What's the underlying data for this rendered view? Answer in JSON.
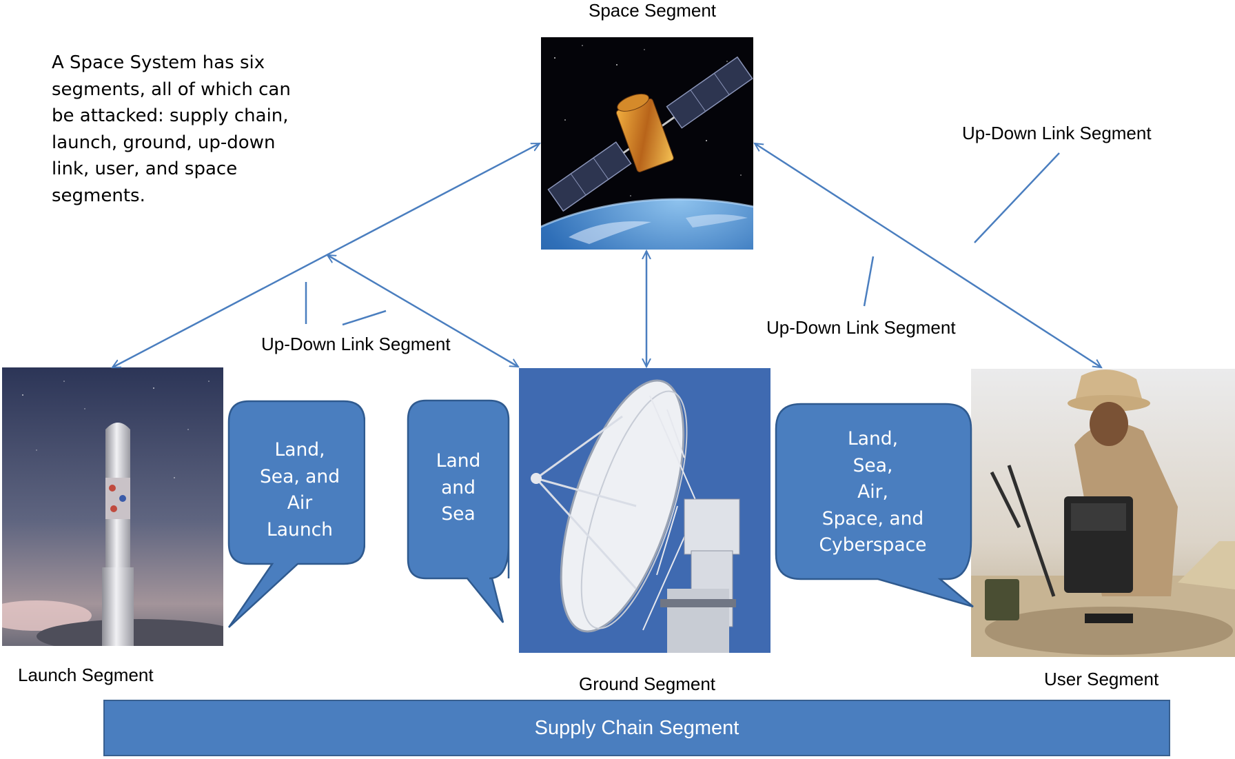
{
  "intro_text": "A Space System has six segments, all of which can be attacked: supply chain, launch, ground,  up-down link, user, and space segments.",
  "labels": {
    "space_segment": "Space Segment",
    "launch_segment": "Launch Segment",
    "ground_segment": "Ground Segment",
    "user_segment": "User Segment",
    "link_left": "Up-Down Link Segment",
    "link_center": "Up-Down Link Segment",
    "link_right": "Up-Down Link Segment",
    "supply_chain": "Supply Chain Segment"
  },
  "callouts": {
    "launch": "Land,\nSea, and\nAir\nLaunch",
    "ground": "Land\nand\nSea",
    "user": "Land,\nSea,\nAir,\nSpace, and\nCyberspace"
  },
  "colors": {
    "arrow": "#4a7ebf",
    "callout_fill": "#4a7ebf",
    "callout_stroke": "#2f5a8f",
    "supply_bar": "#4a7ebf"
  }
}
